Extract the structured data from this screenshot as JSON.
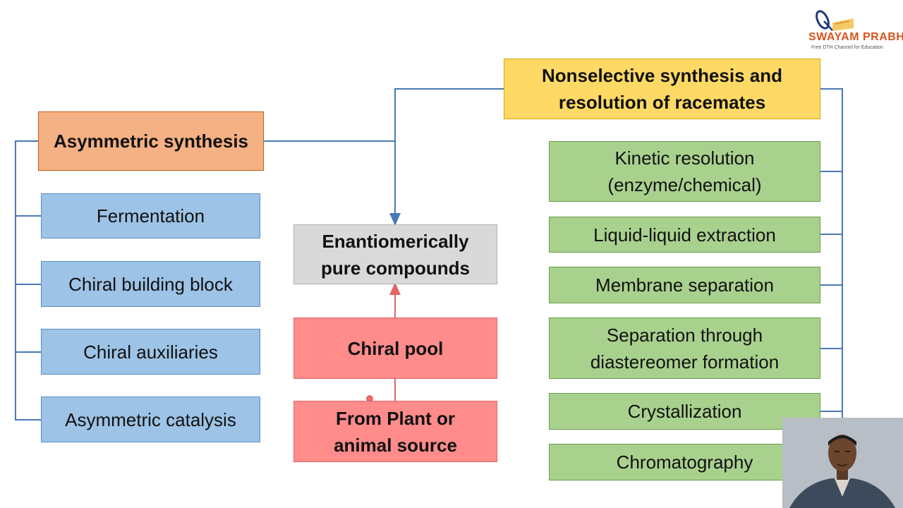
{
  "logo": {
    "name": "SWAYAM PRABHA",
    "tagline": "Free DTH Channel for Education"
  },
  "diagram": {
    "asymmetric": {
      "title": "Asymmetric synthesis",
      "methods": [
        "Fermentation",
        "Chiral building block",
        "Chiral auxiliaries",
        "Asymmetric catalysis"
      ]
    },
    "center": {
      "target": "Enantiomerically\npure compounds",
      "chiral_pool": "Chiral pool",
      "source": "From Plant or\nanimal source"
    },
    "nonselective": {
      "title": "Nonselective synthesis and\nresolution of racemates",
      "methods": [
        "Kinetic resolution\n(enzyme/chemical)",
        "Liquid-liquid extraction",
        "Membrane separation",
        "Separation through\ndiastereomer formation",
        "Crystallization",
        "Chromatography"
      ]
    }
  },
  "colors": {
    "connector": "#4a78b5",
    "arrow_red": "#e06666",
    "asymmetric": "#f4b183",
    "methods_blue": "#9dc3e6",
    "target_grey": "#d9d9d9",
    "pool_pink": "#ff8b8b",
    "nonselective_yellow": "#ffd966",
    "resolution_green": "#a9d18e"
  },
  "webcam": {
    "description": "presenter-video"
  }
}
